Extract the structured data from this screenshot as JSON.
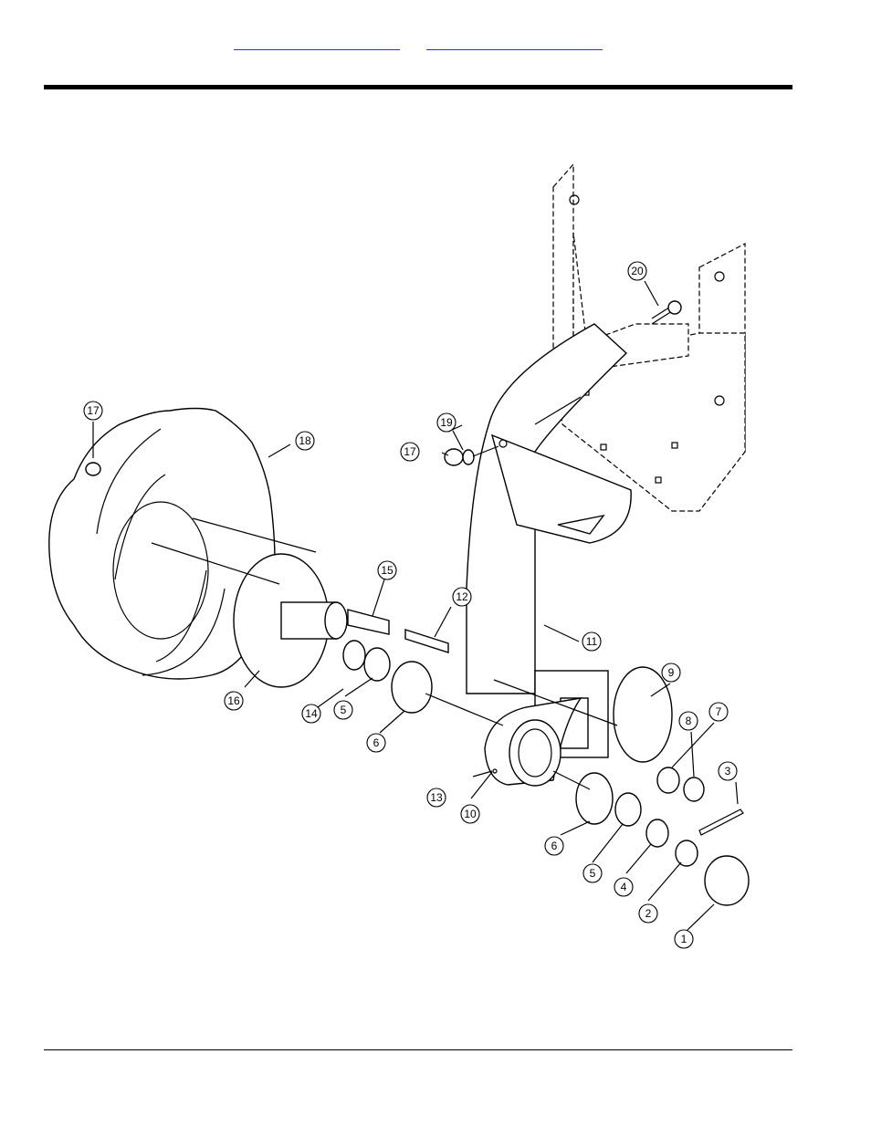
{
  "header": {
    "link_left": "",
    "link_right": ""
  },
  "diagram": {
    "callouts": [
      {
        "id": "c1",
        "label": "1"
      },
      {
        "id": "c2",
        "label": "2"
      },
      {
        "id": "c3",
        "label": "3"
      },
      {
        "id": "c4",
        "label": "4"
      },
      {
        "id": "c5a",
        "label": "5"
      },
      {
        "id": "c5b",
        "label": "5"
      },
      {
        "id": "c6a",
        "label": "6"
      },
      {
        "id": "c6b",
        "label": "6"
      },
      {
        "id": "c7",
        "label": "7"
      },
      {
        "id": "c8",
        "label": "8"
      },
      {
        "id": "c9",
        "label": "9"
      },
      {
        "id": "c10",
        "label": "10"
      },
      {
        "id": "c11",
        "label": "11"
      },
      {
        "id": "c12",
        "label": "12"
      },
      {
        "id": "c13",
        "label": "13"
      },
      {
        "id": "c14",
        "label": "14"
      },
      {
        "id": "c15",
        "label": "15"
      },
      {
        "id": "c16",
        "label": "16"
      },
      {
        "id": "c17a",
        "label": "17"
      },
      {
        "id": "c17b",
        "label": "17"
      },
      {
        "id": "c18",
        "label": "18"
      },
      {
        "id": "c19",
        "label": "19"
      },
      {
        "id": "c20",
        "label": "20"
      }
    ]
  }
}
